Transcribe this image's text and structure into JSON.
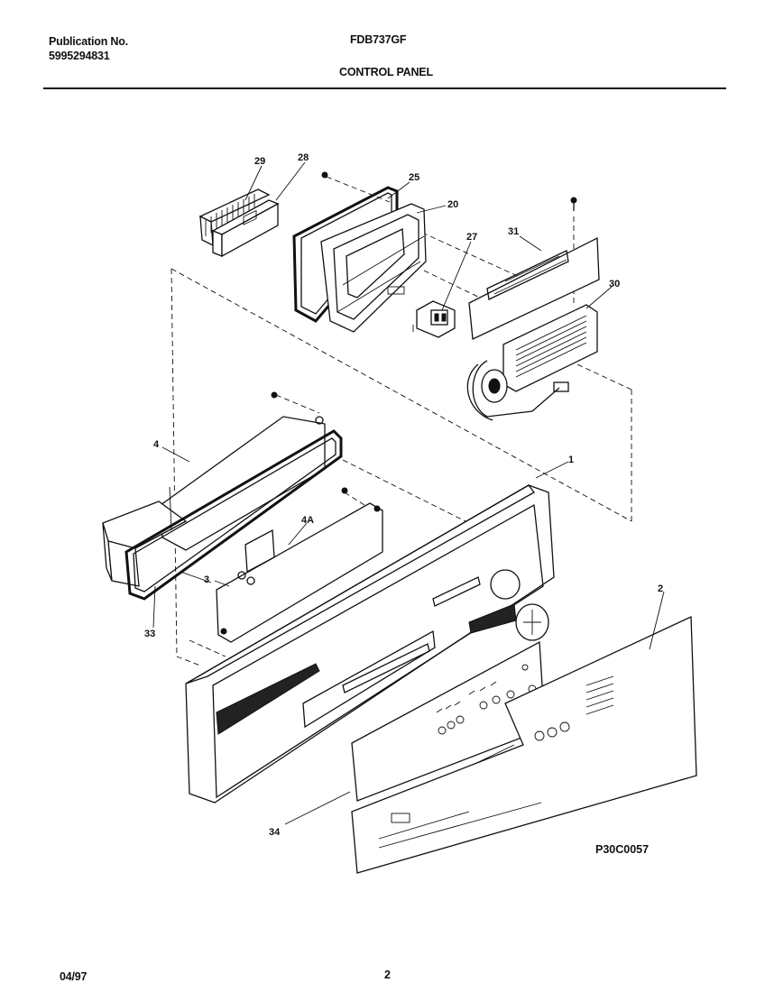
{
  "header": {
    "publication_label": "Publication No.",
    "publication_number": "5995294831",
    "model": "FDB737GF",
    "section_title": "CONTROL PANEL"
  },
  "footer": {
    "date": "04/97",
    "page_number": "2"
  },
  "diagram": {
    "code": "P30C0057",
    "callouts": [
      "29",
      "28",
      "25",
      "20",
      "27",
      "31",
      "30",
      "4",
      "1",
      "4A",
      "3",
      "33",
      "2",
      "34"
    ]
  }
}
